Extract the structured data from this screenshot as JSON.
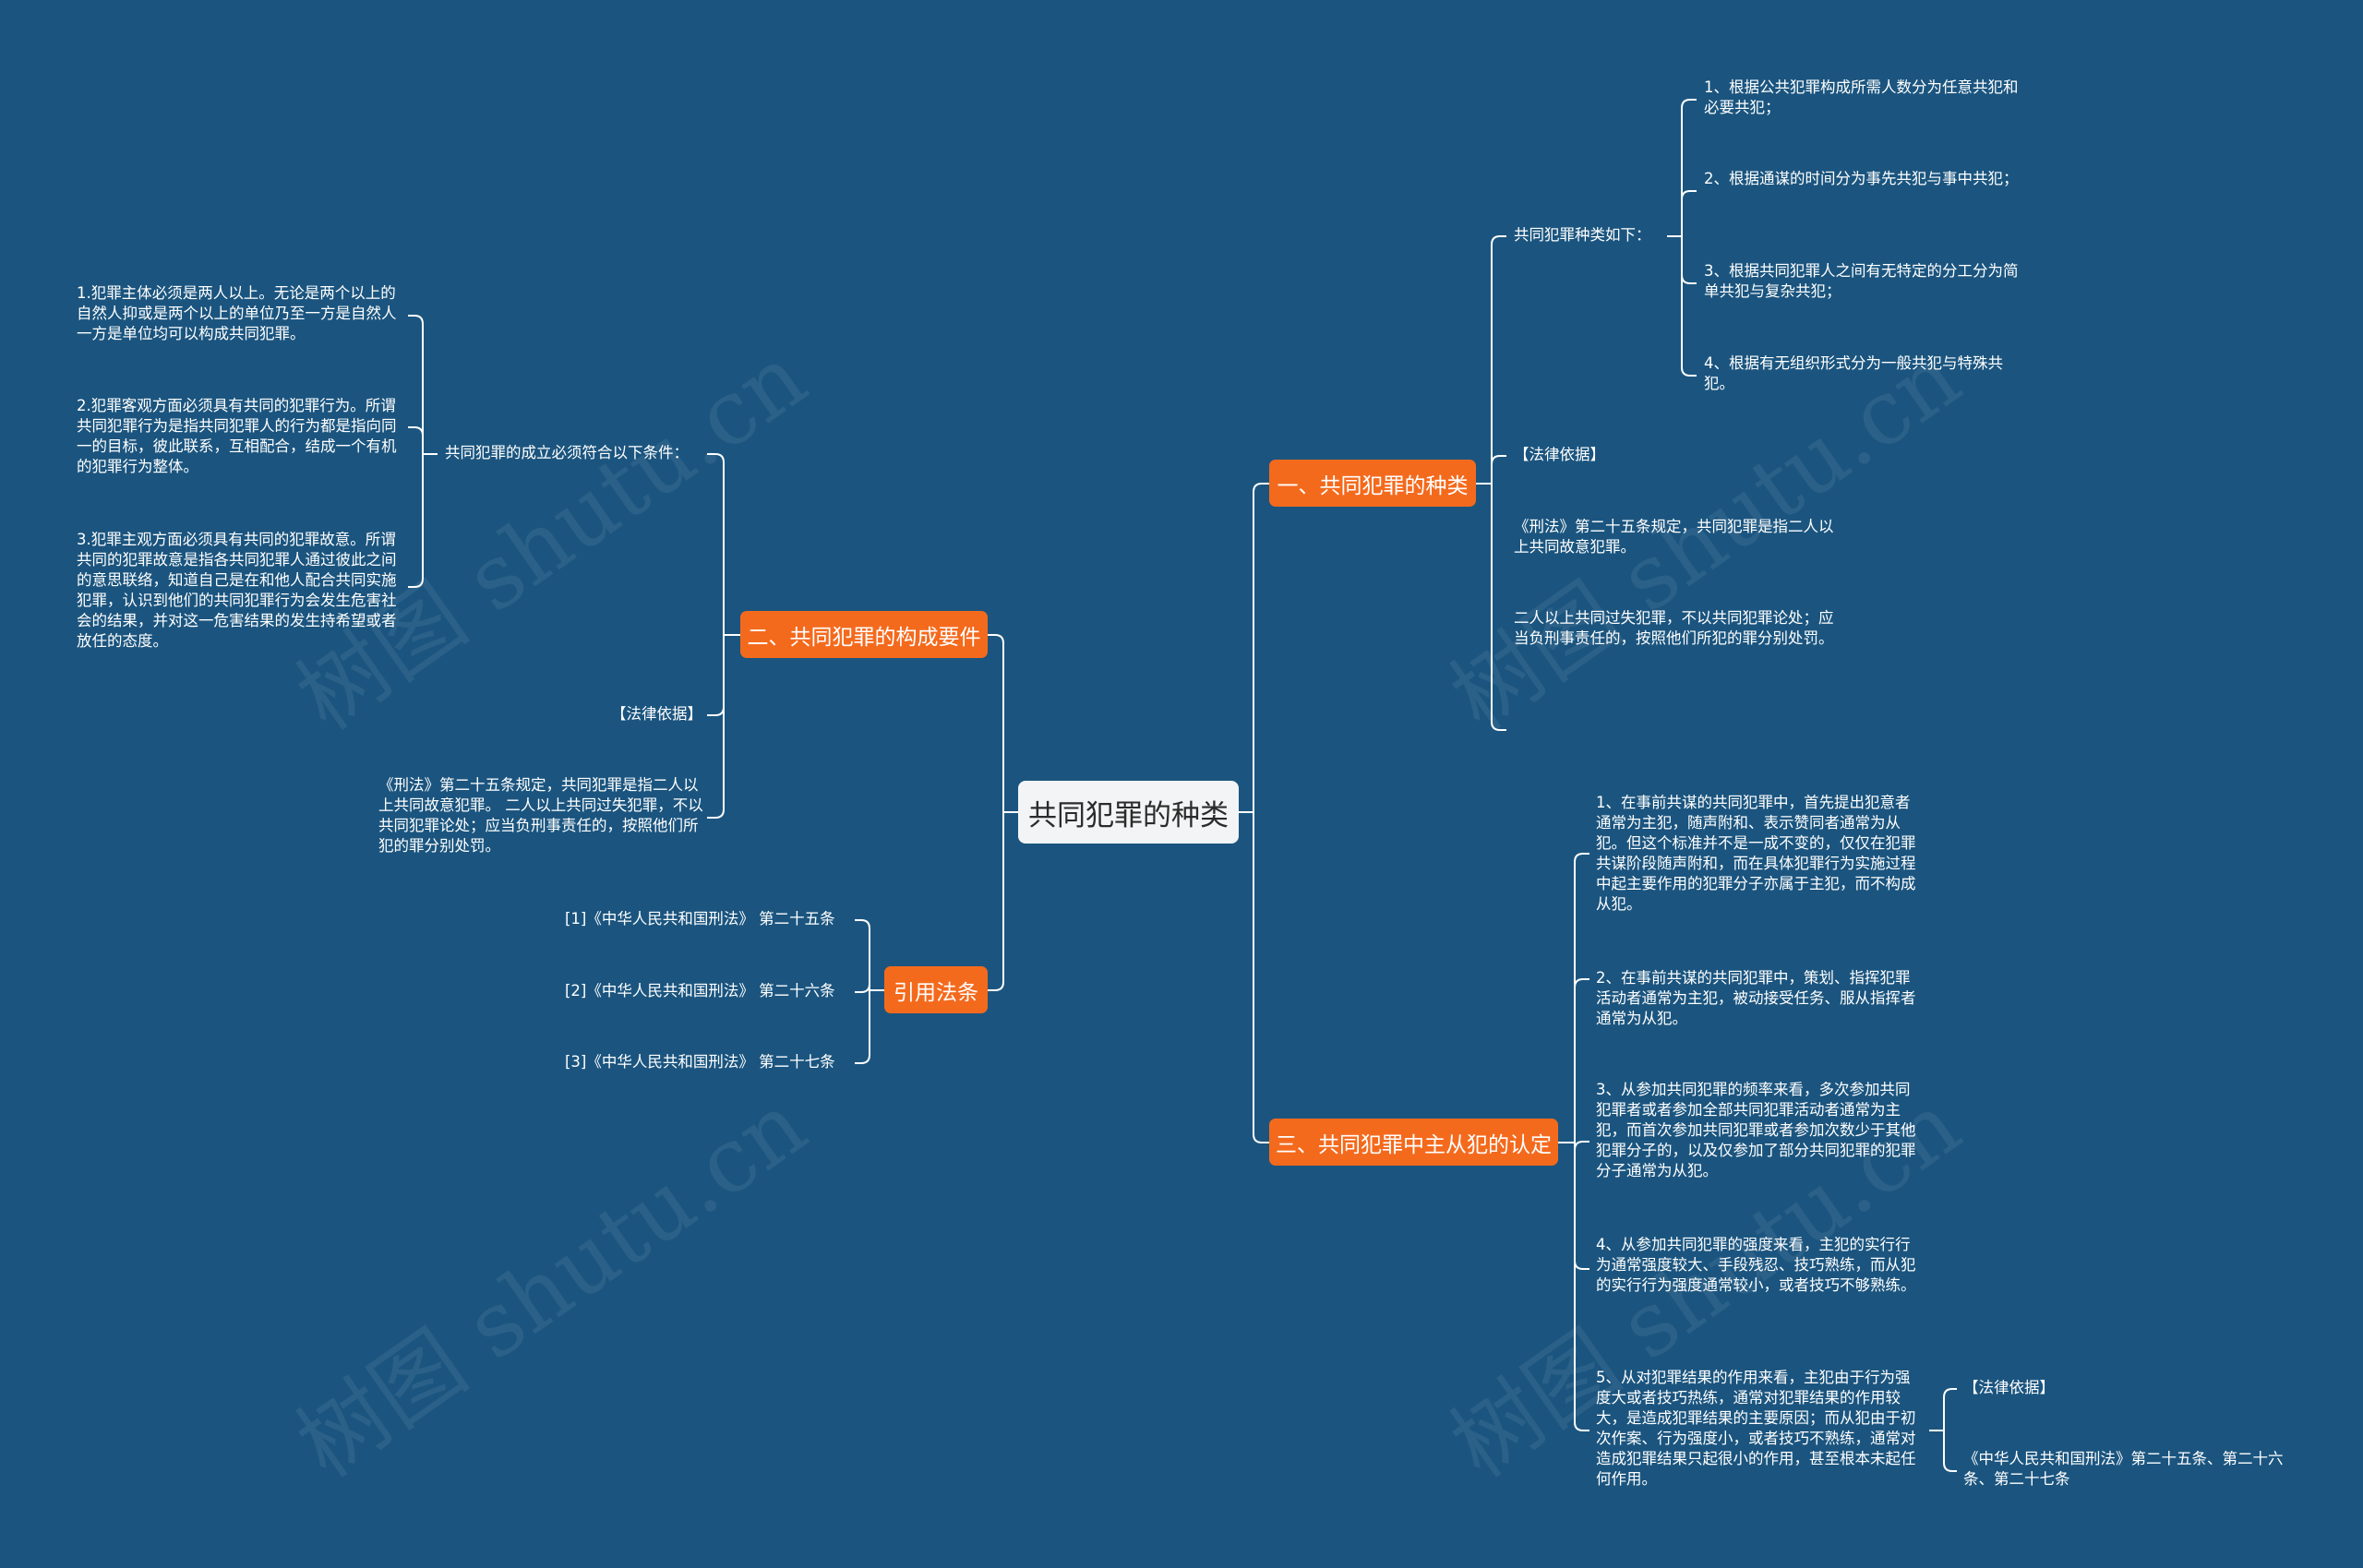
{
  "root": {
    "label": "共同犯罪的种类"
  },
  "branches": {
    "b1": {
      "label": "一、共同犯罪的种类"
    },
    "b2": {
      "label": "二、共同犯罪的构成要件"
    },
    "b3": {
      "label": "三、共同犯罪中主从犯的认定"
    },
    "b4": {
      "label": "引用法条"
    }
  },
  "b1_children": {
    "types_intro": "共同犯罪种类如下：",
    "types": [
      "1、根据公共犯罪构成所需人数分为任意共犯和必要共犯；",
      "2、根据通谋的时间分为事先共犯与事中共犯；",
      "3、根据共同犯罪人之间有无特定的分工分为简单共犯与复杂共犯；",
      "4、根据有无组织形式分为一般共犯与特殊共犯。"
    ],
    "legal_basis": "【法律依据】",
    "law_text_1": "《刑法》第二十五条规定，共同犯罪是指二人以上共同故意犯罪。",
    "law_text_2": "二人以上共同过失犯罪，不以共同犯罪论处；应当负刑事责任的，按照他们所犯的罪分别处罚。"
  },
  "b2_children": {
    "conditions_intro": "共同犯罪的成立必须符合以下条件：",
    "conditions": [
      "1.犯罪主体必须是两人以上。无论是两个以上的自然人抑或是两个以上的单位乃至一方是自然人一方是单位均可以构成共同犯罪。",
      "2.犯罪客观方面必须具有共同的犯罪行为。所谓共同犯罪行为是指共同犯罪人的行为都是指向同一的目标，彼此联系，互相配合，结成一个有机的犯罪行为整体。",
      "3.犯罪主观方面必须具有共同的犯罪故意。所谓共同的犯罪故意是指各共同犯罪人通过彼此之间的意思联络，知道自己是在和他人配合共同实施犯罪，认识到他们的共同犯罪行为会发生危害社会的结果，并对这一危害结果的发生持希望或者放任的态度。"
    ],
    "legal_basis": "【法律依据】",
    "law_text": "《刑法》第二十五条规定，共同犯罪是指二人以上共同故意犯罪。 二人以上共同过失犯罪，不以共同犯罪论处；应当负刑事责任的，按照他们所犯的罪分别处罚。"
  },
  "b3_children": {
    "points": [
      "1、在事前共谋的共同犯罪中，首先提出犯意者通常为主犯，随声附和、表示赞同者通常为从犯。但这个标准并不是一成不变的，仅仅在犯罪共谋阶段随声附和，而在具体犯罪行为实施过程中起主要作用的犯罪分子亦属于主犯，而不构成从犯。",
      "2、在事前共谋的共同犯罪中，策划、指挥犯罪活动者通常为主犯，被动接受任务、服从指挥者通常为从犯。",
      "3、从参加共同犯罪的频率来看，多次参加共同犯罪者或者参加全部共同犯罪活动者通常为主犯，而首次参加共同犯罪或者参加次数少于其他犯罪分子的，以及仅参加了部分共同犯罪的犯罪分子通常为从犯。",
      "4、从参加共同犯罪的强度来看，主犯的实行行为通常强度较大、手段残忍、技巧熟练，而从犯的实行行为强度通常较小，或者技巧不够熟练。",
      "5、从对犯罪结果的作用来看，主犯由于行为强度大或者技巧热练，通常对犯罪结果的作用较大，是造成犯罪结果的主要原因；而从犯由于初次作案、行为强度小，或者技巧不熟练，通常对造成犯罪结果只起很小的作用，甚至根本未起任何作用。"
    ],
    "legal_basis": "【法律依据】",
    "law_text": "《中华人民共和国刑法》第二十五条、第二十六条、第二十七条"
  },
  "b4_children": {
    "refs": [
      "[1]《中华人民共和国刑法》 第二十五条",
      "[2]《中华人民共和国刑法》 第二十六条",
      "[3]《中华人民共和国刑法》 第二十七条"
    ]
  },
  "watermark": "树图 shutu.cn",
  "colors": {
    "background": "#1b557f",
    "branch": "#f46a1d",
    "root": "#f3f4f5",
    "line": "#ffffff"
  }
}
